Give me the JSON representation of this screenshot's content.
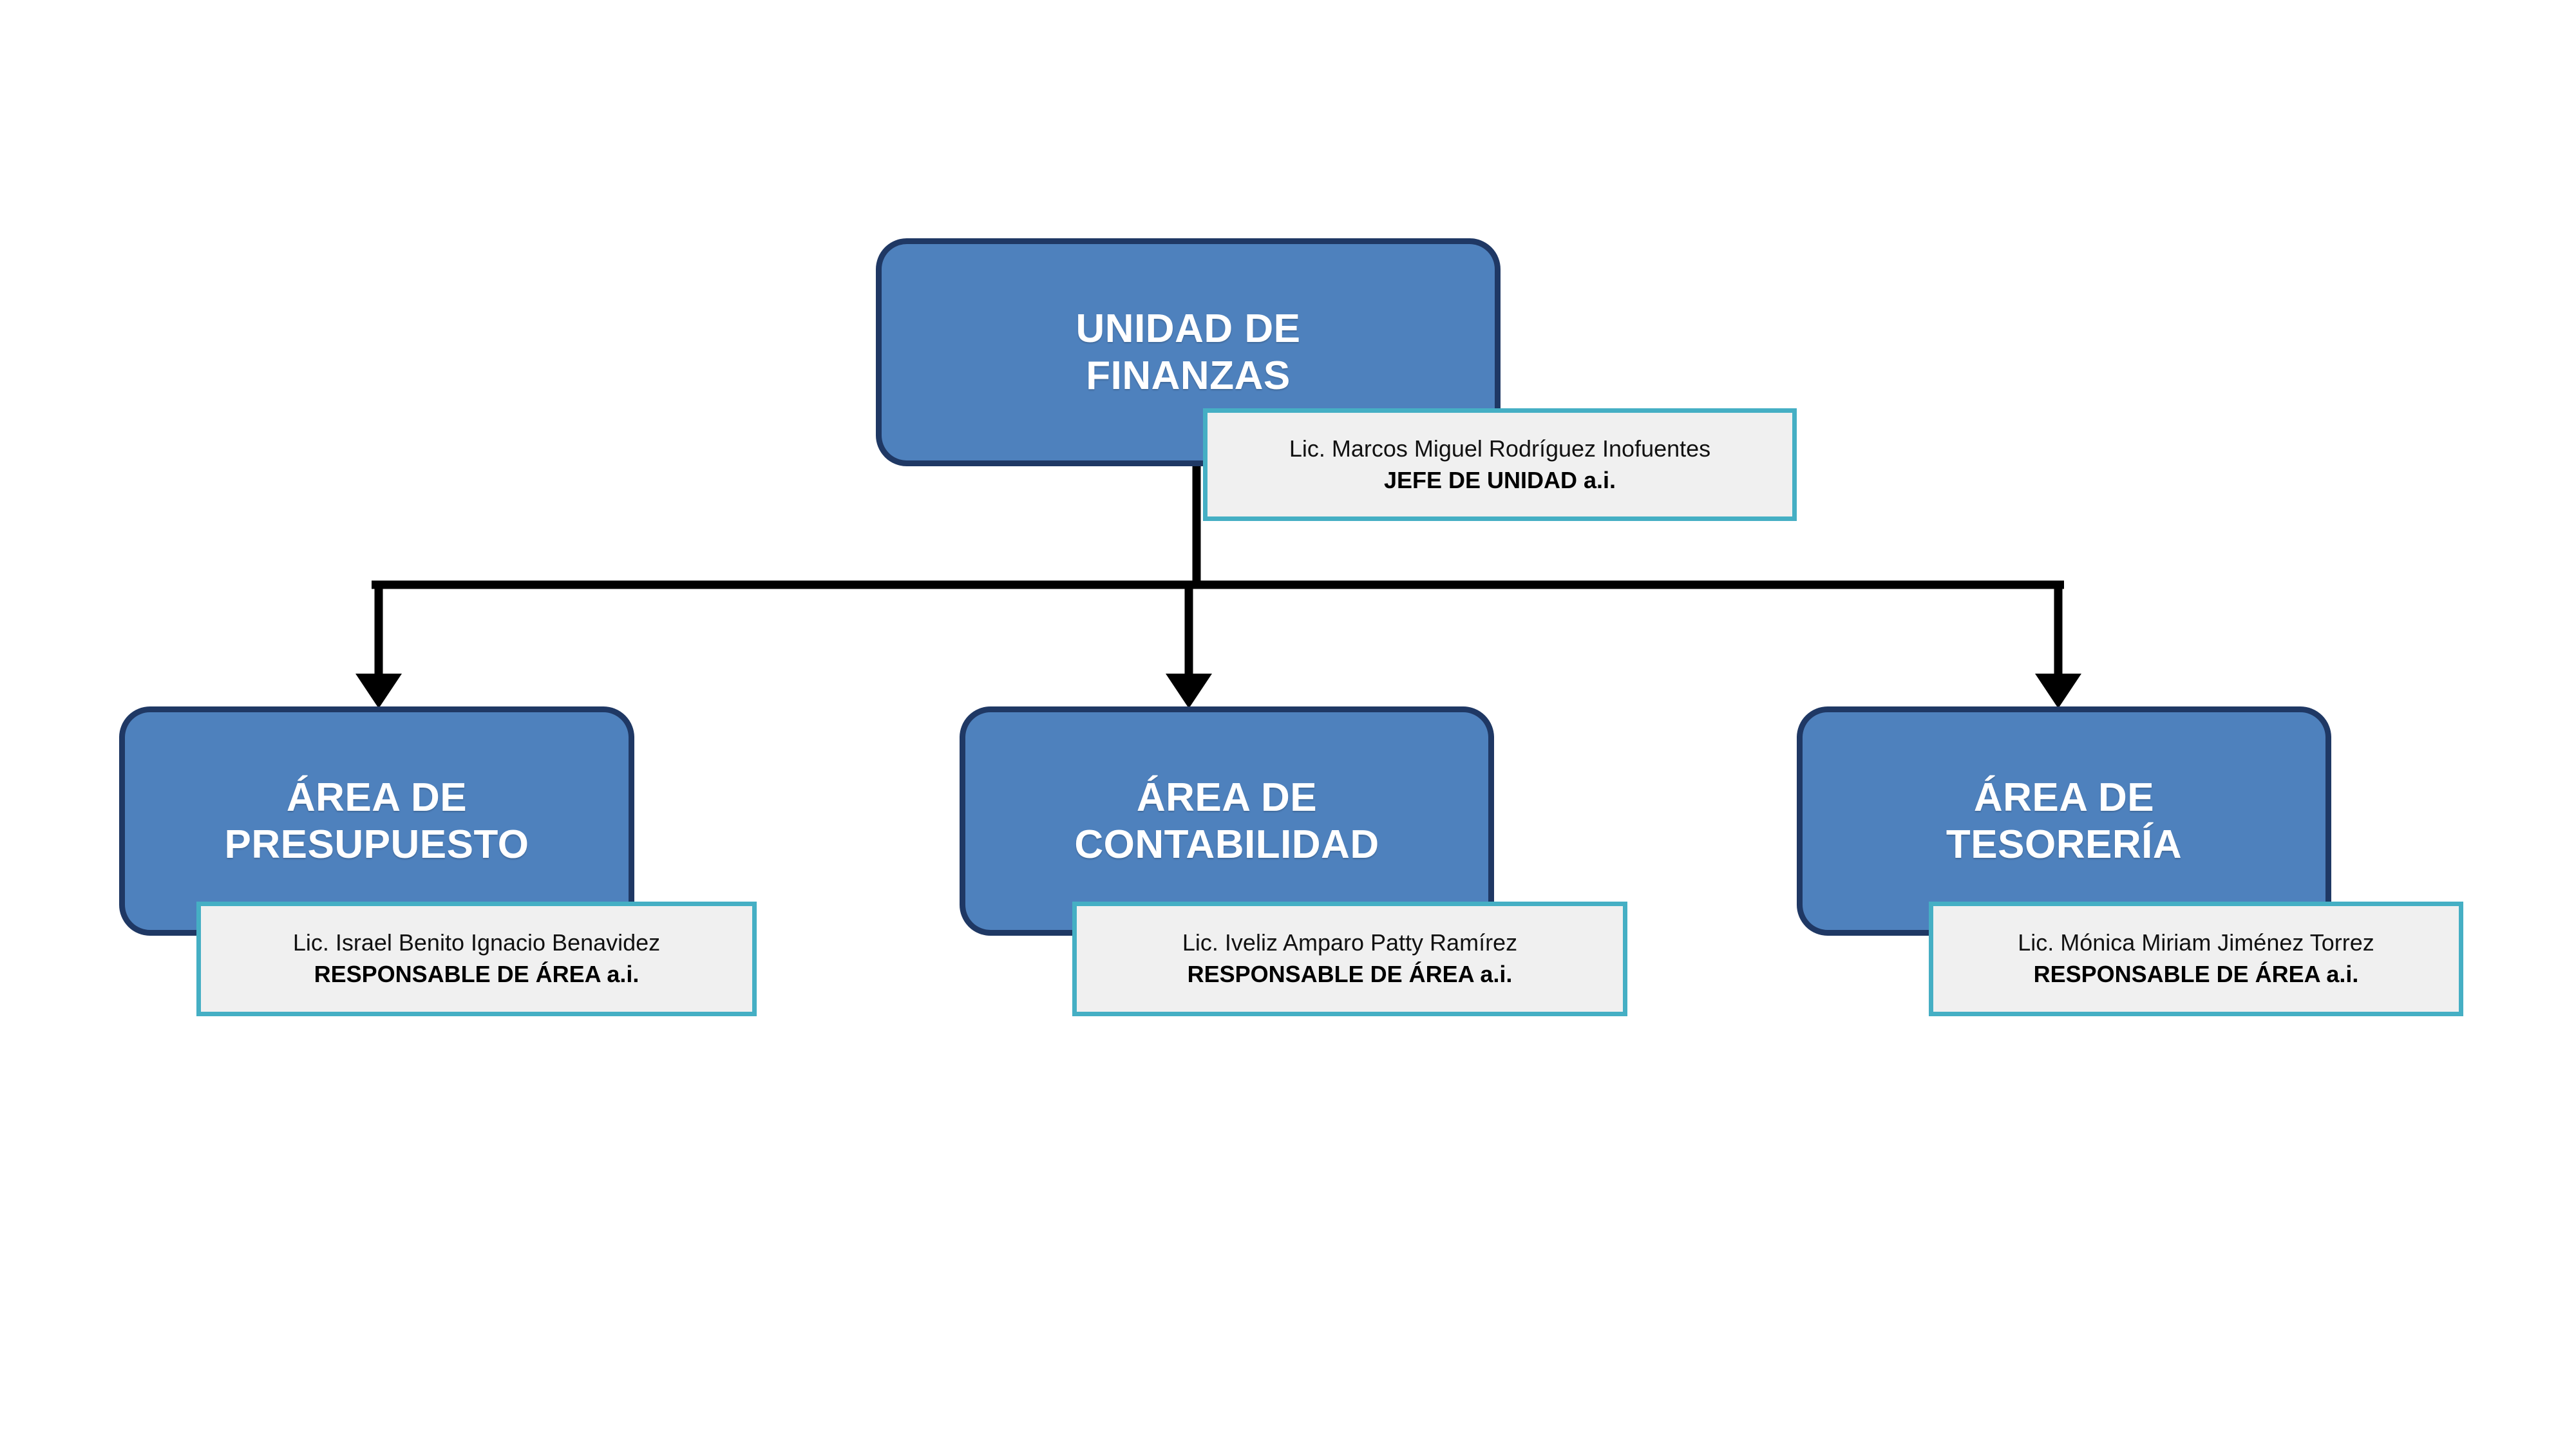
{
  "chart": {
    "type": "org-chart",
    "orientation": "top-down",
    "background_color": "#FFFFFF",
    "node_fill_color": "#4E81BD",
    "node_border_color": "#1F3864",
    "label_fill_color": "#F0F0F0",
    "label_border_color": "#45AFC4",
    "connector_color": "#000000"
  },
  "root": {
    "title": "UNIDAD DE\nFINANZAS",
    "person": {
      "name": "Lic. Marcos Miguel Rodríguez Inofuentes",
      "role": "JEFE DE UNIDAD a.i."
    }
  },
  "children": [
    {
      "title": "ÁREA DE\nPRESUPUESTO",
      "person": {
        "name": "Lic. Israel Benito Ignacio Benavidez",
        "role": "RESPONSABLE DE ÁREA a.i."
      }
    },
    {
      "title": "ÁREA DE\nCONTABILIDAD",
      "person": {
        "name": "Lic. Iveliz Amparo Patty Ramírez",
        "role": "RESPONSABLE DE ÁREA a.i."
      }
    },
    {
      "title": "ÁREA DE\nTESORERÍA",
      "person": {
        "name": "Lic. Mónica Miriam Jiménez Torrez",
        "role": "RESPONSABLE DE ÁREA a.i."
      }
    }
  ]
}
